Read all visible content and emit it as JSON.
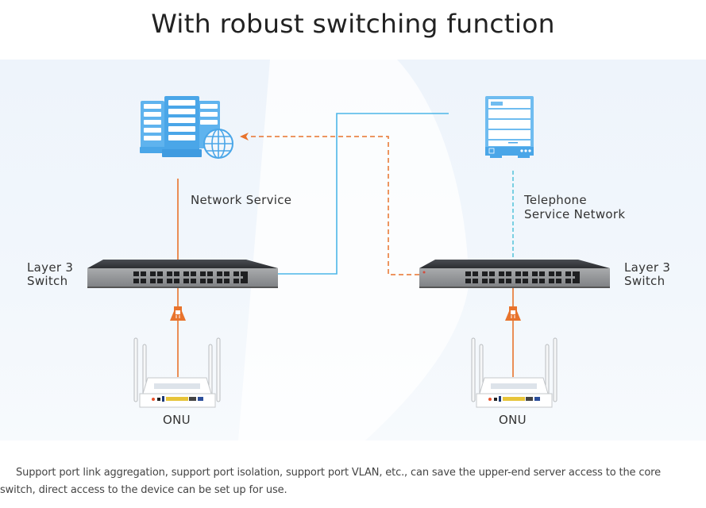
{
  "title": "With robust switching function",
  "diagram": {
    "labels": {
      "network_service": "Network Service",
      "telephone_line1": "Telephone",
      "telephone_line2": "Service Network",
      "left_switch_line1": "Layer 3",
      "left_switch_line2": "Switch",
      "right_switch_line1": "Layer 3",
      "right_switch_line2": "Switch",
      "left_onu": "ONU",
      "right_onu": "ONU"
    },
    "icons": {
      "network_server": "server-rack-globe-icon",
      "telephone_server": "server-tower-icon",
      "switch": "layer3-switch-icon",
      "onu": "onu-router-icon",
      "connector": "ethernet-plug-icon"
    },
    "colors": {
      "orange": "#e8732c",
      "blue": "#4db6e8",
      "cyan_dashed": "#5cc6dc",
      "server_blue": "#4aa6e8"
    }
  },
  "description": "Support port link aggregation, support port isolation, support port VLAN, etc., can save the upper-end server access to the core switch, direct access to the device can be set up for use."
}
